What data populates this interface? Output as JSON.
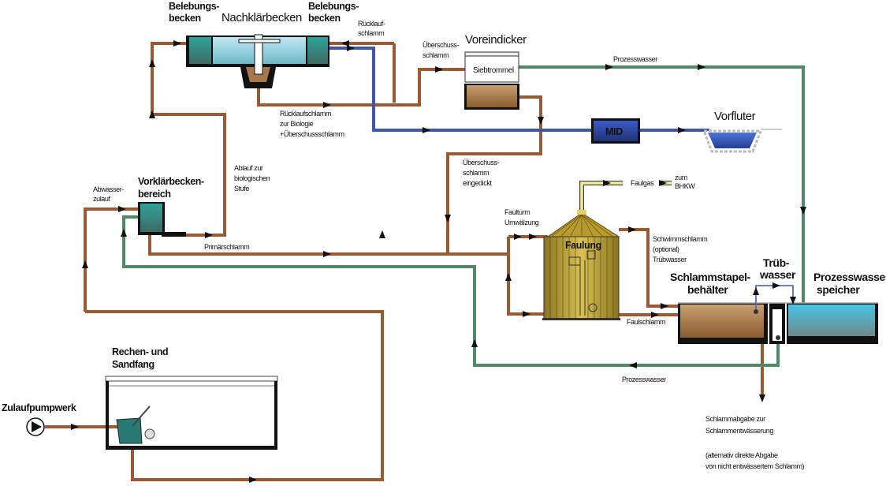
{
  "diagram": {
    "title": "Kläranlage Verfahrensschema",
    "colors": {
      "sludge_pipe": "#9a5a33",
      "process_water_pipe": "#4e8a66",
      "clean_water_pipe": "#3f55a6",
      "gas_pipe": "#f2ee9c",
      "water_fill": "#3fa9c7",
      "sludge_fill": "#a8784a",
      "digester_fill": "#b99a2e"
    },
    "units": {
      "belebungsbecken_left": {
        "line1": "Belebungs-",
        "line2": "becken"
      },
      "nachklaerbecken": "Nachklärbecken",
      "belebungsbecken_right": {
        "line1": "Belebungs-",
        "line2": "becken"
      },
      "voreindicker": "Voreindicker",
      "siebtrommel": "Siebtrommel",
      "mid": "MID",
      "vorfluter": "Vorfluter",
      "vorklaerbecken": {
        "line1": "Vorklärbecken-",
        "line2": "bereich"
      },
      "faulung": "Faulung",
      "schlammstapel": {
        "line1": "Schlammstapel-",
        "line2": "behälter"
      },
      "truebwasser": {
        "line1": "Trüb-",
        "line2": "wasser"
      },
      "prozesswasserspeicher": {
        "line1": "Prozesswasser-",
        "line2": "speicher"
      },
      "rechen": {
        "line1": "Rechen- und",
        "line2": "Sandfang"
      },
      "zulaufpumpwerk": "Zulaufpumpwerk"
    },
    "flow_labels": {
      "ruecklaufschlamm": {
        "line1": "Rücklauf-",
        "line2": "schlamm"
      },
      "ueberschussschlamm": {
        "line1": "Überschuss-",
        "line2": "schlamm"
      },
      "prozesswasser_top": "Prozesswasser",
      "ruecklauf_biologie": {
        "line1": "Rücklaufschlamm",
        "line2": "zur Biologie",
        "line3": "+Überschussschlamm"
      },
      "ueberschuss_eingedickt": {
        "line1": "Überschuss-",
        "line2": "schlamm",
        "line3": "eingedickt"
      },
      "faulgas": "Faulgas",
      "zum_bhkw": {
        "line1": "zum",
        "line2": "BHKW"
      },
      "abwasserzulauf": {
        "line1": "Abwasser-",
        "line2": "zulauf"
      },
      "ablauf_bio": {
        "line1": "Ablauf zur",
        "line2": "biologischen",
        "line3": "Stufe"
      },
      "primaerschlamm": "Primärschlamm",
      "faulturm_umwaelzung": {
        "line1": "Faulturm",
        "line2": "Umwälzung"
      },
      "schwimmschlamm": {
        "line1": "Schwimmschlamm",
        "line2": "(optional)",
        "line3": "Trübwasser"
      },
      "faulschlamm": "Faulschlamm",
      "prozesswasser_bottom": "Prozesswasser",
      "schlammabgabe": {
        "line1": "Schlammabgabe zur",
        "line2": "Schlammentwässerung",
        "line3": "(alternativ direkte Abgabe",
        "line4": "von nicht entwässertem Schlamm)"
      }
    }
  }
}
